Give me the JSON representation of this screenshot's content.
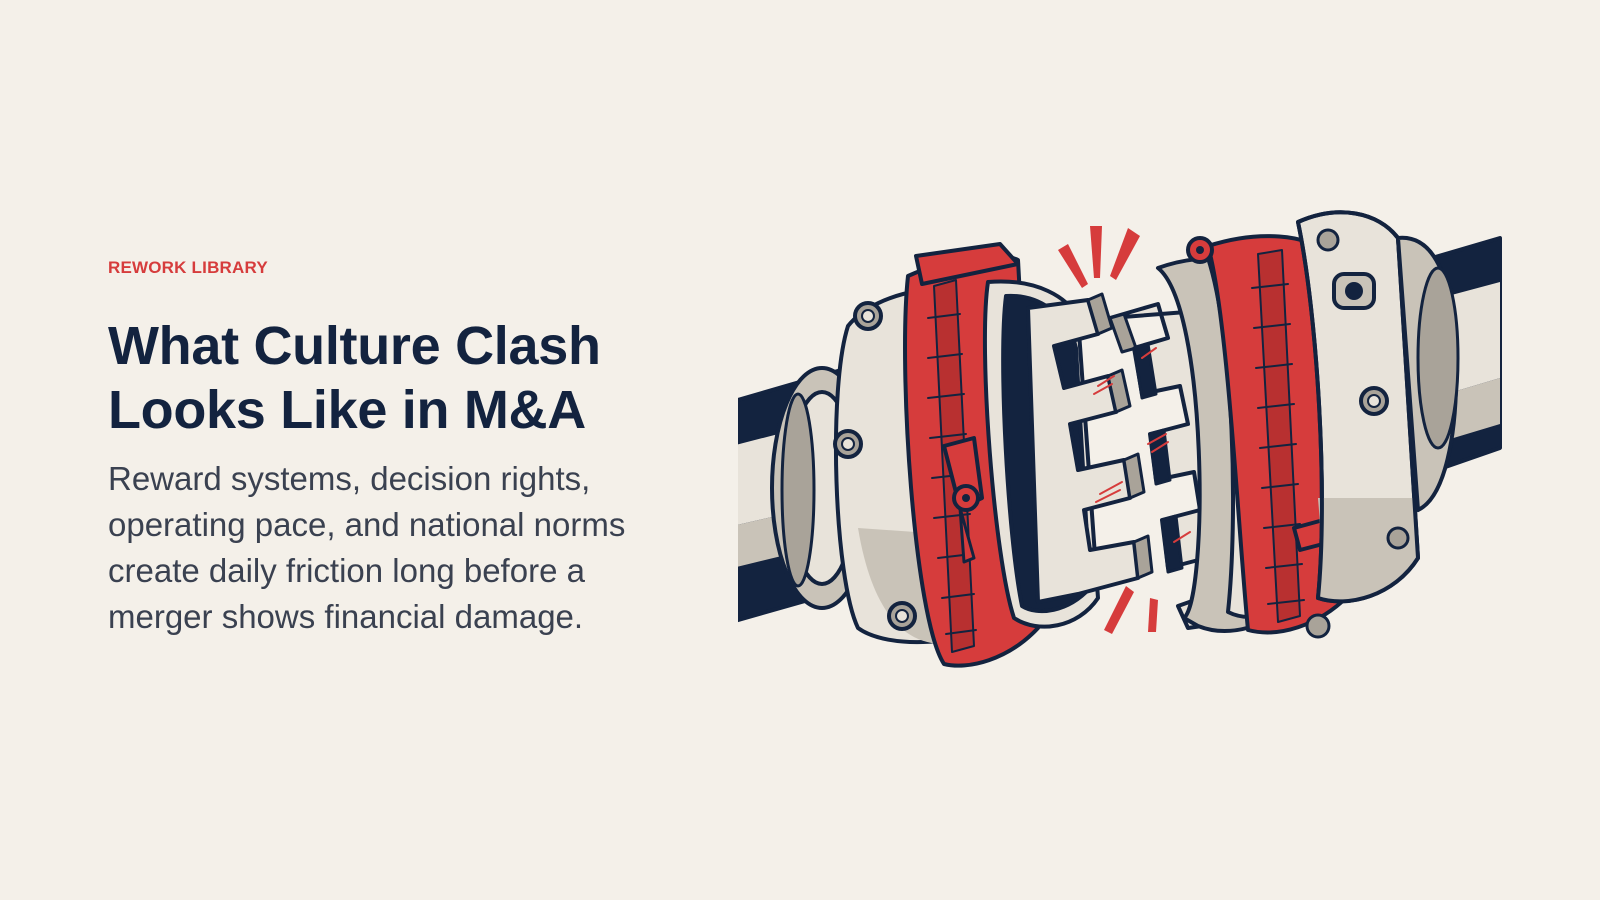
{
  "hero": {
    "eyebrow": "REWORK LIBRARY",
    "title_line1": "What Culture Clash",
    "title_line2": "Looks Like in M&A",
    "subtitle_lines": [
      "Reward systems, decision rights,",
      "operating pace, and national norms",
      "create daily friction long before a",
      "merger shows financial damage."
    ]
  },
  "illustration": {
    "subject": "clashing-gear-couplings-icon"
  },
  "colors": {
    "background": "#f4f0e9",
    "accent": "#d63c3c",
    "navy": "#13233f",
    "body_text": "#3a4150",
    "metal_light": "#e8e3da",
    "metal_mid": "#c9c3b8",
    "metal_dark": "#a9a399"
  }
}
